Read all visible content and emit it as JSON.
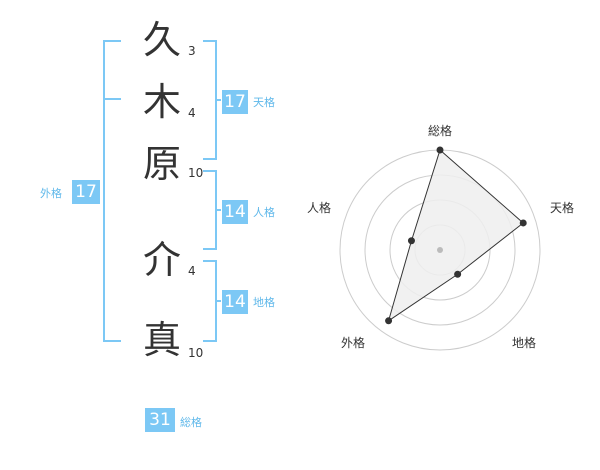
{
  "name": {
    "characters": [
      {
        "char": "久",
        "strokes": "3"
      },
      {
        "char": "木",
        "strokes": "4"
      },
      {
        "char": "原",
        "strokes": "10"
      },
      {
        "char": "介",
        "strokes": "4"
      },
      {
        "char": "真",
        "strokes": "10"
      }
    ]
  },
  "fortune": {
    "tenkaku": {
      "value": "17",
      "label": "天格"
    },
    "jinkaku": {
      "value": "14",
      "label": "人格"
    },
    "chikaku": {
      "value": "14",
      "label": "地格"
    },
    "gaikaku": {
      "value": "17",
      "label": "外格"
    },
    "soukaku": {
      "value": "31",
      "label": "総格"
    }
  },
  "chart_data": {
    "type": "radar",
    "axes": [
      "総格",
      "天格",
      "地格",
      "外格",
      "人格"
    ],
    "levels": 4,
    "values": [
      4,
      3.5,
      1.2,
      3.5,
      1.2
    ],
    "max": 4,
    "colors": {
      "fill": "#eeeeee",
      "line": "#333333",
      "grid": "#cccccc",
      "center": "#bbbbbb"
    }
  },
  "colors": {
    "accent": "#7cc8f5"
  }
}
